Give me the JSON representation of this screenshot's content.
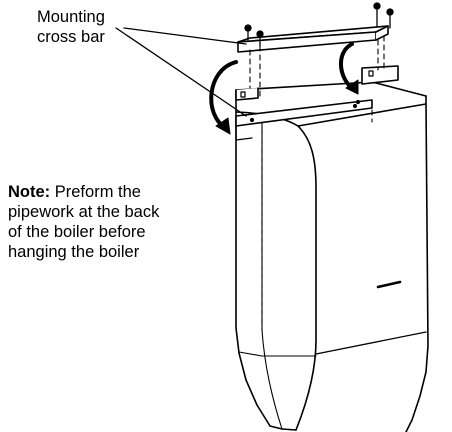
{
  "callout": {
    "line1": "Mounting",
    "line2": "cross bar"
  },
  "note": {
    "heading": "Note:",
    "line1_rest": " Preform the",
    "line2": "pipework at the back",
    "line3": "of the boiler before",
    "line4": "hanging the boiler"
  },
  "colors": {
    "ink": "#000000",
    "paper": "#ffffff",
    "cabinet_side_shade": "#f4f4f4"
  }
}
